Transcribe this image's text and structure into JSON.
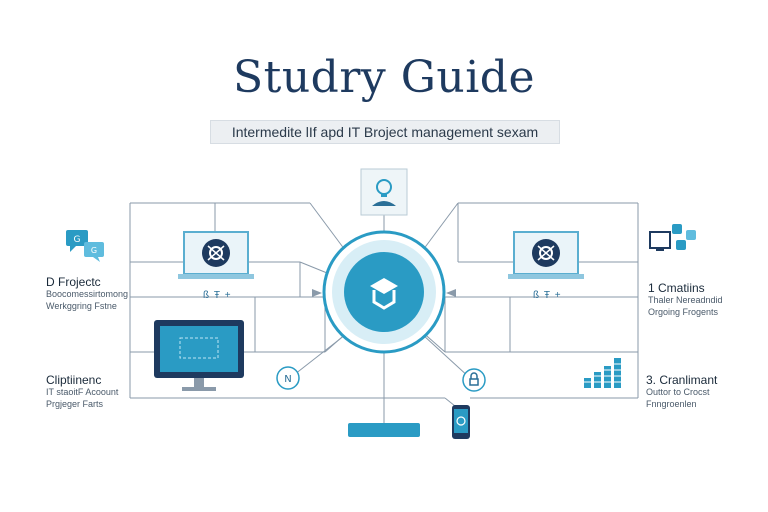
{
  "header": {
    "title": "Studry Guide",
    "subtitle": "Intermedite lIf apd IT Broject management sexam"
  },
  "nodes": {
    "left_top": {
      "title": "D Frojectc",
      "line1": "Boocomessirtomong",
      "line2": "Werkggring Fstne"
    },
    "left_bottom": {
      "title": "Cliptiinenc",
      "line1": "IT staoitF Acoount",
      "line2": "Prgjeger Farts"
    },
    "right_top": {
      "title": "1  Cmatiins",
      "line1": "Thaler Nereadndid",
      "line2": "Orgoing Frogents"
    },
    "right_bottom": {
      "title": "3. Cranlimant",
      "line1": "Outtor to Crocst",
      "line2": "Fnngroenlen"
    }
  },
  "laptop_captions": {
    "left": "ß Ŧ +",
    "right": "ß Ŧ +"
  },
  "colors": {
    "accent": "#2a9bc4",
    "dark": "#1e3a5f",
    "line": "#8a9aaa"
  }
}
